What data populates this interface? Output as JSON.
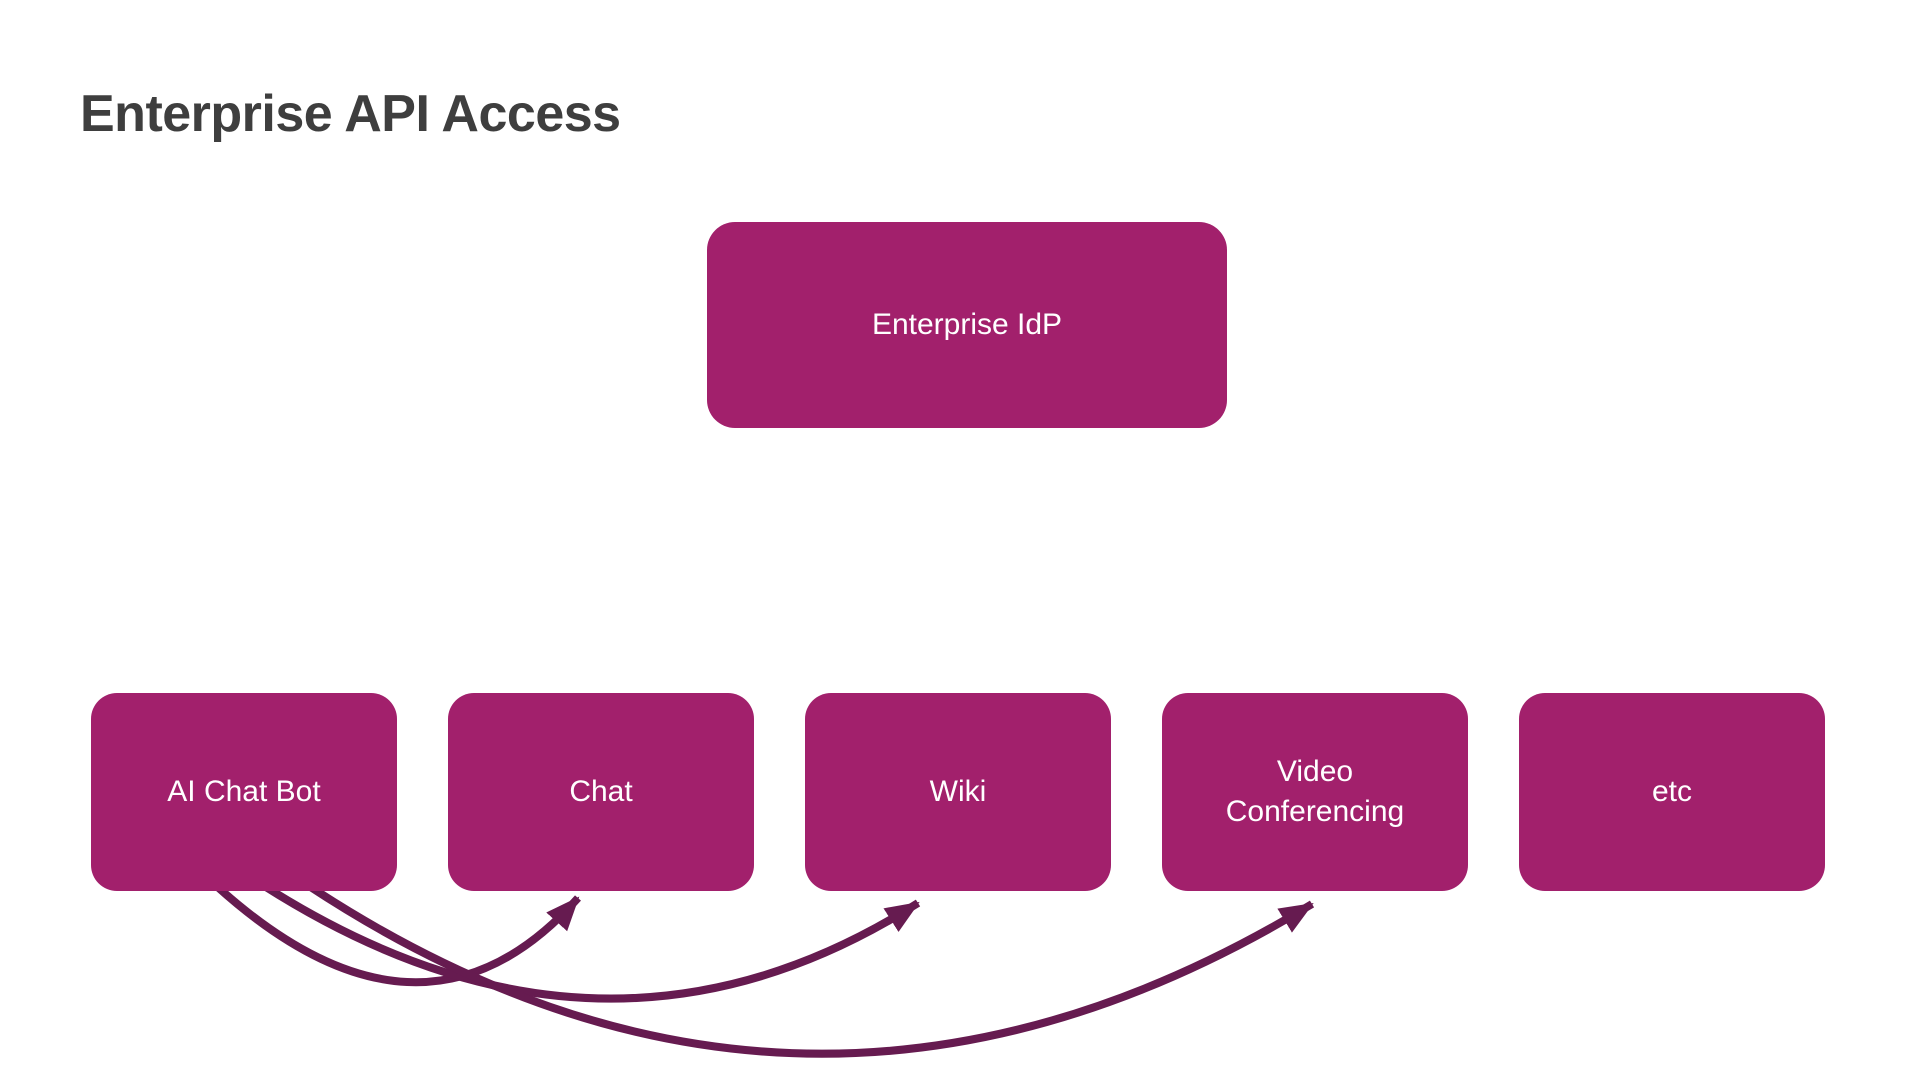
{
  "title": "Enterprise API Access",
  "colors": {
    "background": "#FFFFFF",
    "node_fill": "#A2206C",
    "node_text": "#FFFFFF",
    "arrow": "#661B50",
    "title_text": "#3E3E3E"
  },
  "nodes": {
    "idp": {
      "label": "Enterprise IdP"
    },
    "apps": [
      {
        "label": "AI Chat Bot"
      },
      {
        "label": "Chat"
      },
      {
        "label": "Wiki"
      },
      {
        "label": "Video Conferencing"
      },
      {
        "label": "etc"
      }
    ]
  },
  "arrows": [
    {
      "from": "AI Chat Bot",
      "to": "Chat"
    },
    {
      "from": "AI Chat Bot",
      "to": "Wiki"
    },
    {
      "from": "AI Chat Bot",
      "to": "Video Conferencing"
    }
  ]
}
